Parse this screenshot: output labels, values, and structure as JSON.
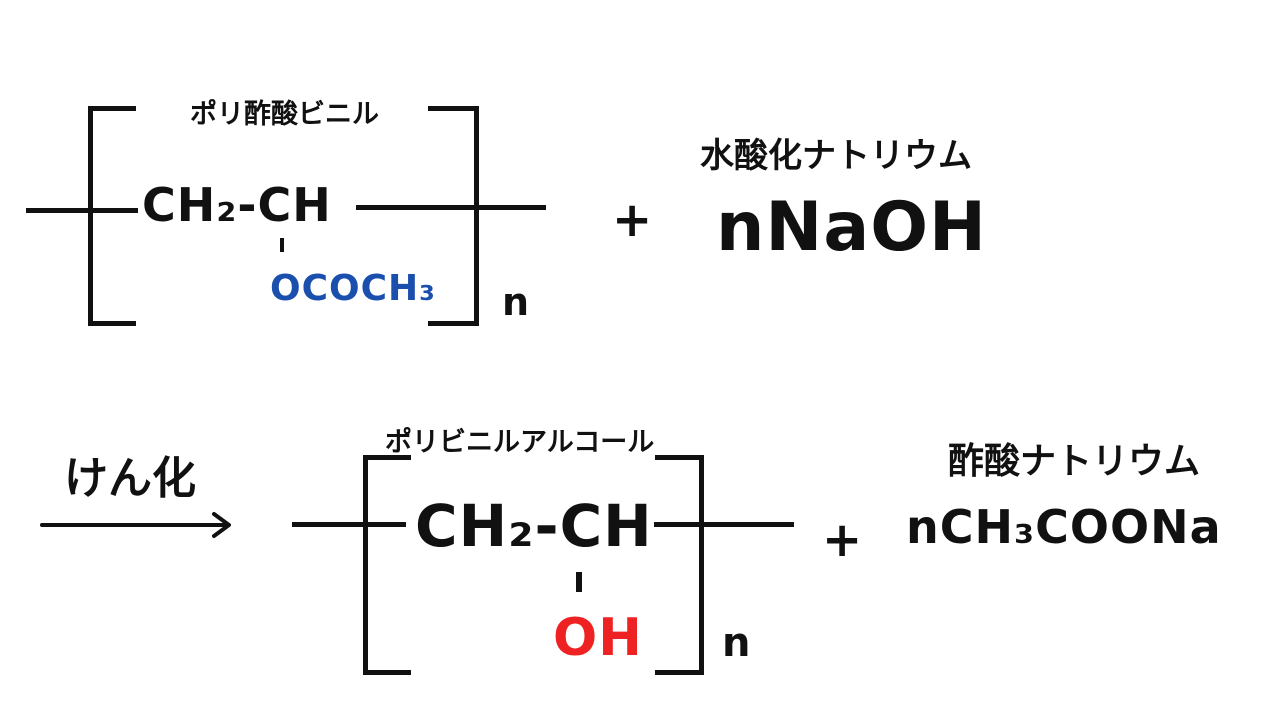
{
  "reactant": {
    "name": "ポリ酢酸ビニル",
    "chain": "CH₂-CH",
    "substituent": "OCOCH₃",
    "repeat": "n",
    "substituent_color": "#1a4fae"
  },
  "plus_sign": "+",
  "reagent": {
    "name": "水酸化ナトリウム",
    "formula": "nNaOH"
  },
  "arrow_label": "けん化",
  "product": {
    "name": "ポリビニルアルコール",
    "chain": "CH₂-CH",
    "substituent": "OH",
    "repeat": "n",
    "substituent_color": "#ee2222"
  },
  "byproduct": {
    "name": "酢酸ナトリウム",
    "formula": "nCH₃COONa"
  }
}
